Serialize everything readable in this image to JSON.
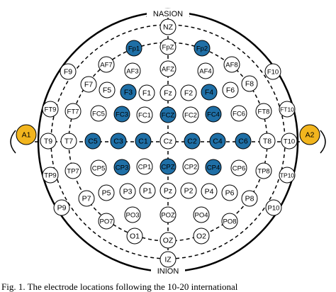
{
  "landmarks": {
    "top": "NASION",
    "bottom": "INION"
  },
  "colors": {
    "active_fill": "#1f6fa6",
    "reference_fill": "#f2b51e",
    "electrode_fill": "#ffffff",
    "outline": "#000000"
  },
  "reference_electrodes": [
    "A1",
    "A2"
  ],
  "electrodes": [
    {
      "label": "NZ",
      "active": false
    },
    {
      "label": "Fp1",
      "active": true
    },
    {
      "label": "FpZ",
      "active": false
    },
    {
      "label": "Fp2",
      "active": true
    },
    {
      "label": "AF7",
      "active": false
    },
    {
      "label": "AF3",
      "active": false
    },
    {
      "label": "AFZ",
      "active": false
    },
    {
      "label": "AF4",
      "active": false
    },
    {
      "label": "AF8",
      "active": false
    },
    {
      "label": "F9",
      "active": false
    },
    {
      "label": "F7",
      "active": false
    },
    {
      "label": "F5",
      "active": false
    },
    {
      "label": "F3",
      "active": true
    },
    {
      "label": "F1",
      "active": false
    },
    {
      "label": "Fz",
      "active": false
    },
    {
      "label": "F2",
      "active": false
    },
    {
      "label": "F4",
      "active": true
    },
    {
      "label": "F6",
      "active": false
    },
    {
      "label": "F8",
      "active": false
    },
    {
      "label": "F10",
      "active": false
    },
    {
      "label": "FT9",
      "active": false
    },
    {
      "label": "FT7",
      "active": false
    },
    {
      "label": "FC5",
      "active": false
    },
    {
      "label": "FC3",
      "active": true
    },
    {
      "label": "FC1",
      "active": false
    },
    {
      "label": "FCZ",
      "active": true
    },
    {
      "label": "FC2",
      "active": false
    },
    {
      "label": "FC4",
      "active": true
    },
    {
      "label": "FC6",
      "active": false
    },
    {
      "label": "FT8",
      "active": false
    },
    {
      "label": "FT10",
      "active": false
    },
    {
      "label": "T9",
      "active": false
    },
    {
      "label": "T7",
      "active": false
    },
    {
      "label": "C5",
      "active": true
    },
    {
      "label": "C3",
      "active": true
    },
    {
      "label": "C1",
      "active": true
    },
    {
      "label": "Cz",
      "active": false
    },
    {
      "label": "C2",
      "active": true
    },
    {
      "label": "C4",
      "active": true
    },
    {
      "label": "C6",
      "active": true
    },
    {
      "label": "T8",
      "active": false
    },
    {
      "label": "T10",
      "active": false
    },
    {
      "label": "TP9",
      "active": false
    },
    {
      "label": "TP7",
      "active": false
    },
    {
      "label": "CP5",
      "active": false
    },
    {
      "label": "CP3",
      "active": true
    },
    {
      "label": "CP1",
      "active": false
    },
    {
      "label": "CPZ",
      "active": true
    },
    {
      "label": "CP2",
      "active": false
    },
    {
      "label": "CP4",
      "active": true
    },
    {
      "label": "CP6",
      "active": false
    },
    {
      "label": "TP8",
      "active": false
    },
    {
      "label": "TP10",
      "active": false
    },
    {
      "label": "P9",
      "active": false
    },
    {
      "label": "P7",
      "active": false
    },
    {
      "label": "P5",
      "active": false
    },
    {
      "label": "P3",
      "active": false
    },
    {
      "label": "P1",
      "active": false
    },
    {
      "label": "Pz",
      "active": false
    },
    {
      "label": "P2",
      "active": false
    },
    {
      "label": "P4",
      "active": false
    },
    {
      "label": "P6",
      "active": false
    },
    {
      "label": "P8",
      "active": false
    },
    {
      "label": "P10",
      "active": false
    },
    {
      "label": "PO7",
      "active": false
    },
    {
      "label": "PO3",
      "active": false
    },
    {
      "label": "POZ",
      "active": false
    },
    {
      "label": "PO4",
      "active": false
    },
    {
      "label": "PO8",
      "active": false
    },
    {
      "label": "O1",
      "active": false
    },
    {
      "label": "OZ",
      "active": false
    },
    {
      "label": "O2",
      "active": false
    },
    {
      "label": "IZ",
      "active": false
    }
  ],
  "caption": "Fig. 1. The electrode locations following the 10-20 international"
}
